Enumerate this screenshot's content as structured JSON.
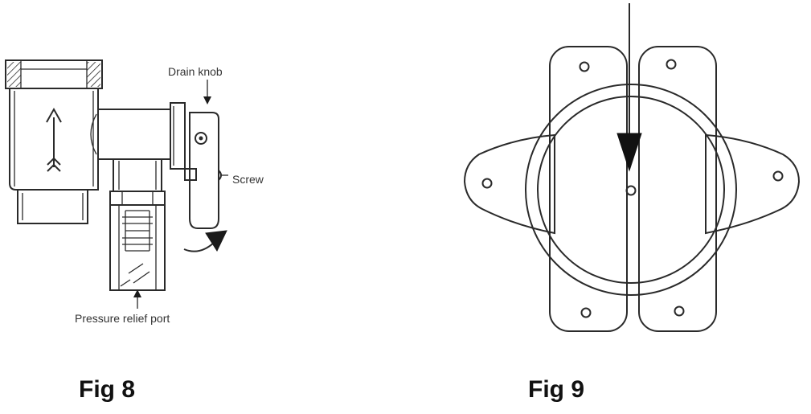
{
  "fig8": {
    "caption": "Fig 8",
    "labels": {
      "drain_knob": "Drain knob",
      "screw": "Screw",
      "pressure_relief_port": "Pressure relief port"
    }
  },
  "fig9": {
    "caption": "Fig 9"
  }
}
